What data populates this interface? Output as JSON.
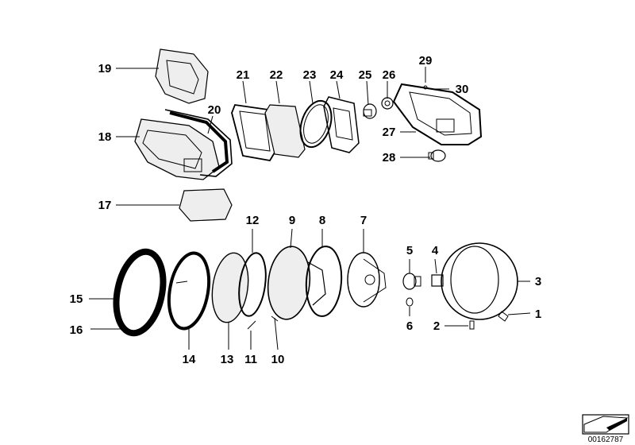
{
  "diagram": {
    "document_number": "00162787",
    "parts": [
      {
        "num": "1"
      },
      {
        "num": "2"
      },
      {
        "num": "3"
      },
      {
        "num": "4"
      },
      {
        "num": "5"
      },
      {
        "num": "6"
      },
      {
        "num": "7"
      },
      {
        "num": "8"
      },
      {
        "num": "9"
      },
      {
        "num": "10"
      },
      {
        "num": "11"
      },
      {
        "num": "12"
      },
      {
        "num": "13"
      },
      {
        "num": "14"
      },
      {
        "num": "15"
      },
      {
        "num": "16"
      },
      {
        "num": "17"
      },
      {
        "num": "18"
      },
      {
        "num": "19"
      },
      {
        "num": "20"
      },
      {
        "num": "21"
      },
      {
        "num": "22"
      },
      {
        "num": "23"
      },
      {
        "num": "24"
      },
      {
        "num": "25"
      },
      {
        "num": "26"
      },
      {
        "num": "27"
      },
      {
        "num": "28"
      },
      {
        "num": "29"
      },
      {
        "num": "30"
      }
    ]
  }
}
